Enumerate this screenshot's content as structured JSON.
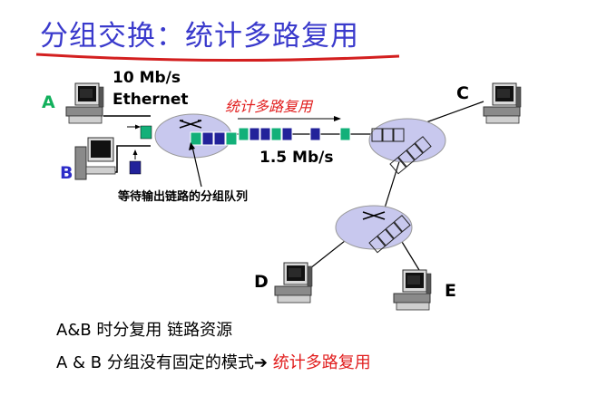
{
  "title": "分组交换：统计多路复用",
  "link_label_rate": "10 Mb/s",
  "link_label_type": "Ethernet",
  "mux_label": "统计多路复用",
  "backbone_rate": "1.5 Mb/s",
  "queue_label": "等待输出链路的分组队列",
  "hosts": {
    "a": "A",
    "b": "B",
    "c": "C",
    "d": "D",
    "e": "E"
  },
  "notes": [
    {
      "text": "A&B 时分复用 链路资源"
    },
    {
      "text": "A & B 分组没有固定的模式",
      "arrow": "➔",
      "highlight": "统计多路复用"
    }
  ],
  "colors": {
    "title": "#3a3acc",
    "underline": "#d31f1f",
    "host_a": "#12b05c",
    "host_b": "#2c2cc8",
    "router": "#c8c8ee",
    "packet_green": "#13b079",
    "packet_blue": "#22229a",
    "mux_label": "#e11d1d"
  }
}
